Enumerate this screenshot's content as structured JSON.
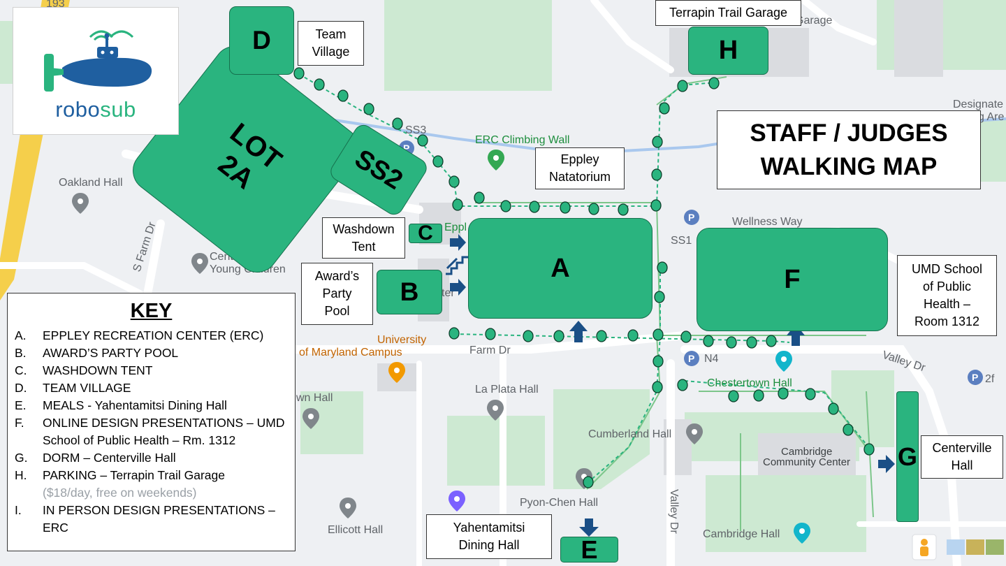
{
  "title": {
    "line1": "STAFF / JUDGES",
    "line2": "WALKING MAP"
  },
  "logo": {
    "text_part1": "robo",
    "text_part2": "sub",
    "icon": "submarine-icon"
  },
  "zones": {
    "A": "A",
    "B": "B",
    "C": "C",
    "D": "D",
    "E": "E",
    "F": "F",
    "G": "G",
    "H": "H",
    "lot2a_line1": "LOT",
    "lot2a_line2": "2A",
    "ss2": "SS2"
  },
  "callouts": {
    "team_village": "Team\nVillage",
    "terrapin_trail_garage": "Terrapin Trail Garage",
    "eppley_natatorium": "Eppley\nNatatorium",
    "washdown_tent": "Washdown\nTent",
    "awards_party_pool": "Award’s\nParty\nPool",
    "umd_school": "UMD School\nof Public\nHealth –\nRoom 1312",
    "centerville_hall": "Centerville\nHall",
    "yahentamitsi": "Yahentamitsi\nDining Hall"
  },
  "key": {
    "title": "KEY",
    "items": [
      {
        "letter": "A.",
        "text": "EPPLEY RECREATION CENTER (ERC)"
      },
      {
        "letter": "B.",
        "text": "AWARD’S PARTY POOL"
      },
      {
        "letter": "C.",
        "text": "WASHDOWN TENT"
      },
      {
        "letter": "D.",
        "text": "TEAM VILLAGE"
      },
      {
        "letter": "E.",
        "text": "MEALS - Yahentamitsi Dining Hall"
      },
      {
        "letter": "F.",
        "text": "ONLINE DESIGN PRESENTATIONS – UMD School of Public Health – Rm. 1312"
      },
      {
        "letter": "G.",
        "text": "DORM – Centerville Hall"
      },
      {
        "letter": "H.",
        "text": "PARKING – Terrapin Trail Garage",
        "note": "($18/day, free on weekends)"
      },
      {
        "letter": "I.",
        "text": "IN PERSON DESIGN PRESENTATIONS – ERC"
      }
    ]
  },
  "map_labels": {
    "route_193": "193",
    "garage": "Garage",
    "designate": "Designate",
    "designate_2": "g Are",
    "ss3": "SS3",
    "erc_climbing_wall": "ERC Climbing Wall",
    "oakland_hall": "Oakland Hall",
    "s_farm_dr": "S Farm Dr",
    "center_for": "Center for",
    "young_children": "Young Children",
    "eppl": "Eppl",
    "ter": "ter",
    "wellness_way": "Wellness Way",
    "ss1": "SS1",
    "university_of": "University",
    "maryland_campus": "of Maryland Campus",
    "farm_dr": "Farm Dr",
    "la_plata_hall": "La Plata Hall",
    "wn_hall": "wn Hall",
    "n4": "N4",
    "chestertown_hall": "Chestertown Hall",
    "valley_dr": "Valley Dr",
    "valley_dr_2": "Valley Dr",
    "p2f": "2f",
    "cumberland_hall": "Cumberland Hall",
    "cambridge_community_1": "Cambridge",
    "cambridge_community_2": "Community Center",
    "pyon_chen_hall": "Pyon-Chen Hall",
    "ellicott_hall": "Ellicott Hall",
    "cambridge_hall": "Cambridge Hall",
    "parking_p": "P"
  },
  "colors": {
    "zone_green": "#2ab47f",
    "zone_border": "#16704d",
    "arrow_blue": "#1a4f86",
    "map_background": "#eef0f3",
    "map_green": "#cde9d2",
    "map_road": "#ffffff",
    "highway": "#f5cf4b",
    "water": "#a9c8ee"
  }
}
